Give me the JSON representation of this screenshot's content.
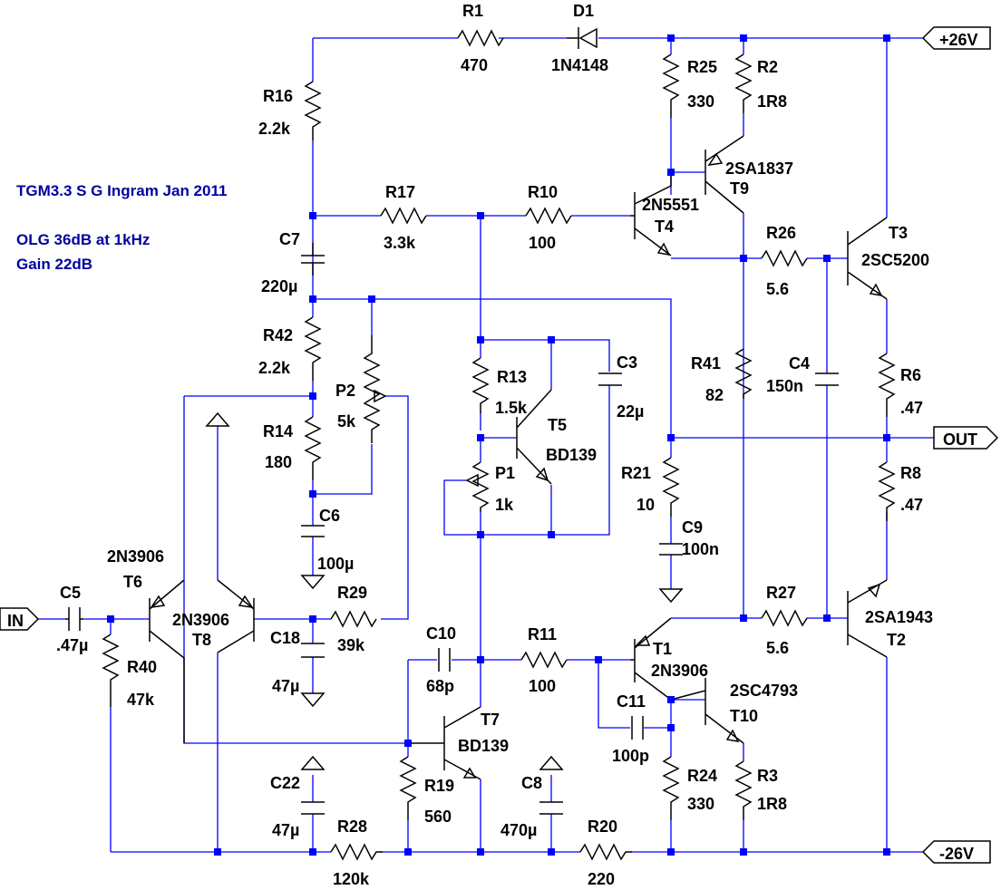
{
  "title_note": {
    "line1": "TGM3.3   S G Ingram Jan 2011",
    "line2": "OLG 36dB at 1kHz",
    "line3": "Gain 22dB"
  },
  "ports": {
    "vpos": "+26V",
    "vneg": "-26V",
    "out": "OUT",
    "in": "IN"
  },
  "resistors": {
    "R1": {
      "ref": "R1",
      "value": "470"
    },
    "R16": {
      "ref": "R16",
      "value": "2.2k"
    },
    "R25": {
      "ref": "R25",
      "value": "330"
    },
    "R2": {
      "ref": "R2",
      "value": "1R8"
    },
    "R17": {
      "ref": "R17",
      "value": "3.3k"
    },
    "R10": {
      "ref": "R10",
      "value": "100"
    },
    "R26": {
      "ref": "R26",
      "value": "5.6"
    },
    "R42": {
      "ref": "R42",
      "value": "2.2k"
    },
    "R13": {
      "ref": "R13",
      "value": "1.5k"
    },
    "R41": {
      "ref": "R41",
      "value": "82"
    },
    "R6": {
      "ref": "R6",
      "value": ".47"
    },
    "R14": {
      "ref": "R14",
      "value": "180"
    },
    "R21": {
      "ref": "R21",
      "value": "10"
    },
    "R8": {
      "ref": "R8",
      "value": ".47"
    },
    "R29": {
      "ref": "R29",
      "value": "39k"
    },
    "R27": {
      "ref": "R27",
      "value": "5.6"
    },
    "R40": {
      "ref": "R40",
      "value": "47k"
    },
    "R11": {
      "ref": "R11",
      "value": "100"
    },
    "R19": {
      "ref": "R19",
      "value": "560"
    },
    "R24": {
      "ref": "R24",
      "value": "330"
    },
    "R3": {
      "ref": "R3",
      "value": "1R8"
    },
    "R28": {
      "ref": "R28",
      "value": "120k"
    },
    "R20": {
      "ref": "R20",
      "value": "220"
    }
  },
  "pots": {
    "P2": {
      "ref": "P2",
      "value": "5k"
    },
    "P1": {
      "ref": "P1",
      "value": "1k"
    }
  },
  "capacitors": {
    "C7": {
      "ref": "C7",
      "value": "220µ"
    },
    "C3": {
      "ref": "C3",
      "value": "22µ"
    },
    "C4": {
      "ref": "C4",
      "value": "150n"
    },
    "C6": {
      "ref": "C6",
      "value": "100µ"
    },
    "C9": {
      "ref": "C9",
      "value": "100n"
    },
    "C5": {
      "ref": "C5",
      "value": ".47µ"
    },
    "C18": {
      "ref": "C18",
      "value": "47µ"
    },
    "C10": {
      "ref": "C10",
      "value": "68p"
    },
    "C11": {
      "ref": "C11",
      "value": "100p"
    },
    "C22": {
      "ref": "C22",
      "value": "47µ"
    },
    "C8": {
      "ref": "C8",
      "value": "470µ"
    }
  },
  "diodes": {
    "D1": {
      "ref": "D1",
      "value": "1N4148"
    }
  },
  "transistors": {
    "T9": {
      "ref": "T9",
      "part": "2SA1837"
    },
    "T4": {
      "ref": "T4",
      "part": "2N5551"
    },
    "T3": {
      "ref": "T3",
      "part": "2SC5200"
    },
    "T5": {
      "ref": "T5",
      "part": "BD139"
    },
    "T6": {
      "ref": "T6",
      "part": "2N3906"
    },
    "T8": {
      "ref": "T8",
      "part": "2N3906"
    },
    "T1": {
      "ref": "T1",
      "part": "2N3906"
    },
    "T2": {
      "ref": "T2",
      "part": "2SA1943"
    },
    "T10": {
      "ref": "T10",
      "part": "2SC4793"
    },
    "T7": {
      "ref": "T7",
      "part": "BD139"
    }
  },
  "colors": {
    "wire": "#0000ff",
    "component": "#000000",
    "note": "#0000a0",
    "background": "#ffffff"
  }
}
